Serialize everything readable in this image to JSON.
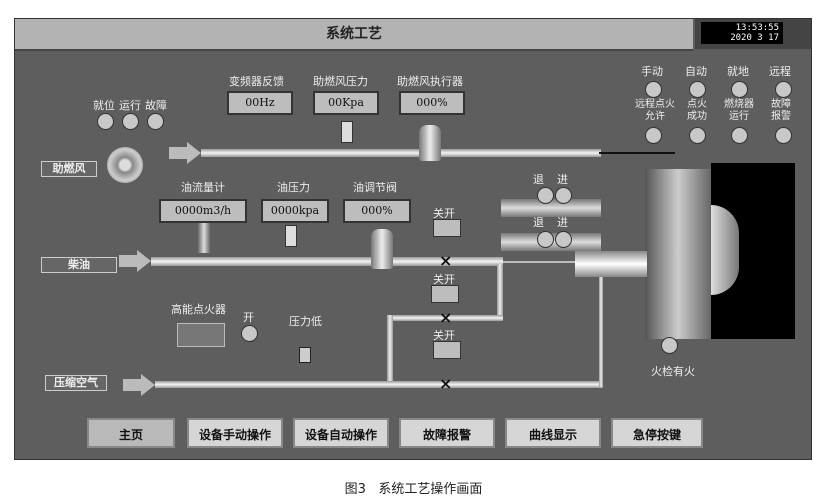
{
  "header": {
    "title": "系统工艺",
    "time": "13:53:55",
    "date": "2020  3   17"
  },
  "fan": {
    "label": "助燃风",
    "status": [
      "就位",
      "运行",
      "故障"
    ],
    "displays": [
      {
        "label": "变频器反馈",
        "value": "00Hz"
      },
      {
        "label": "助燃风压力",
        "value": "00Kpa"
      },
      {
        "label": "助燃风执行器",
        "value": "000%"
      }
    ]
  },
  "oil": {
    "label": "柴油",
    "displays": [
      {
        "label": "油流量计",
        "value": "0000m3/h"
      },
      {
        "label": "油压力",
        "value": "0000kpa"
      },
      {
        "label": "油调节阀",
        "value": "000%"
      }
    ]
  },
  "air": {
    "label": "压缩空气",
    "pressure_low": "压力低"
  },
  "igniter": {
    "label": "高能点火器",
    "on": "开"
  },
  "valves": {
    "close_open": "关开"
  },
  "actuators": {
    "retreat": "退",
    "advance": "进"
  },
  "status_panel": {
    "row1": [
      "手动",
      "自动",
      "就地",
      "远程"
    ],
    "row2": [
      "远程点火\n允许",
      "点火\n成功",
      "燃烧器\n运行",
      "故障\n报警"
    ]
  },
  "flame": "火检有火",
  "buttons": [
    "主页",
    "设备手动操作",
    "设备自动操作",
    "故障报警",
    "曲线显示",
    "急停按键"
  ],
  "caption": "图3   系统工艺操作画面"
}
